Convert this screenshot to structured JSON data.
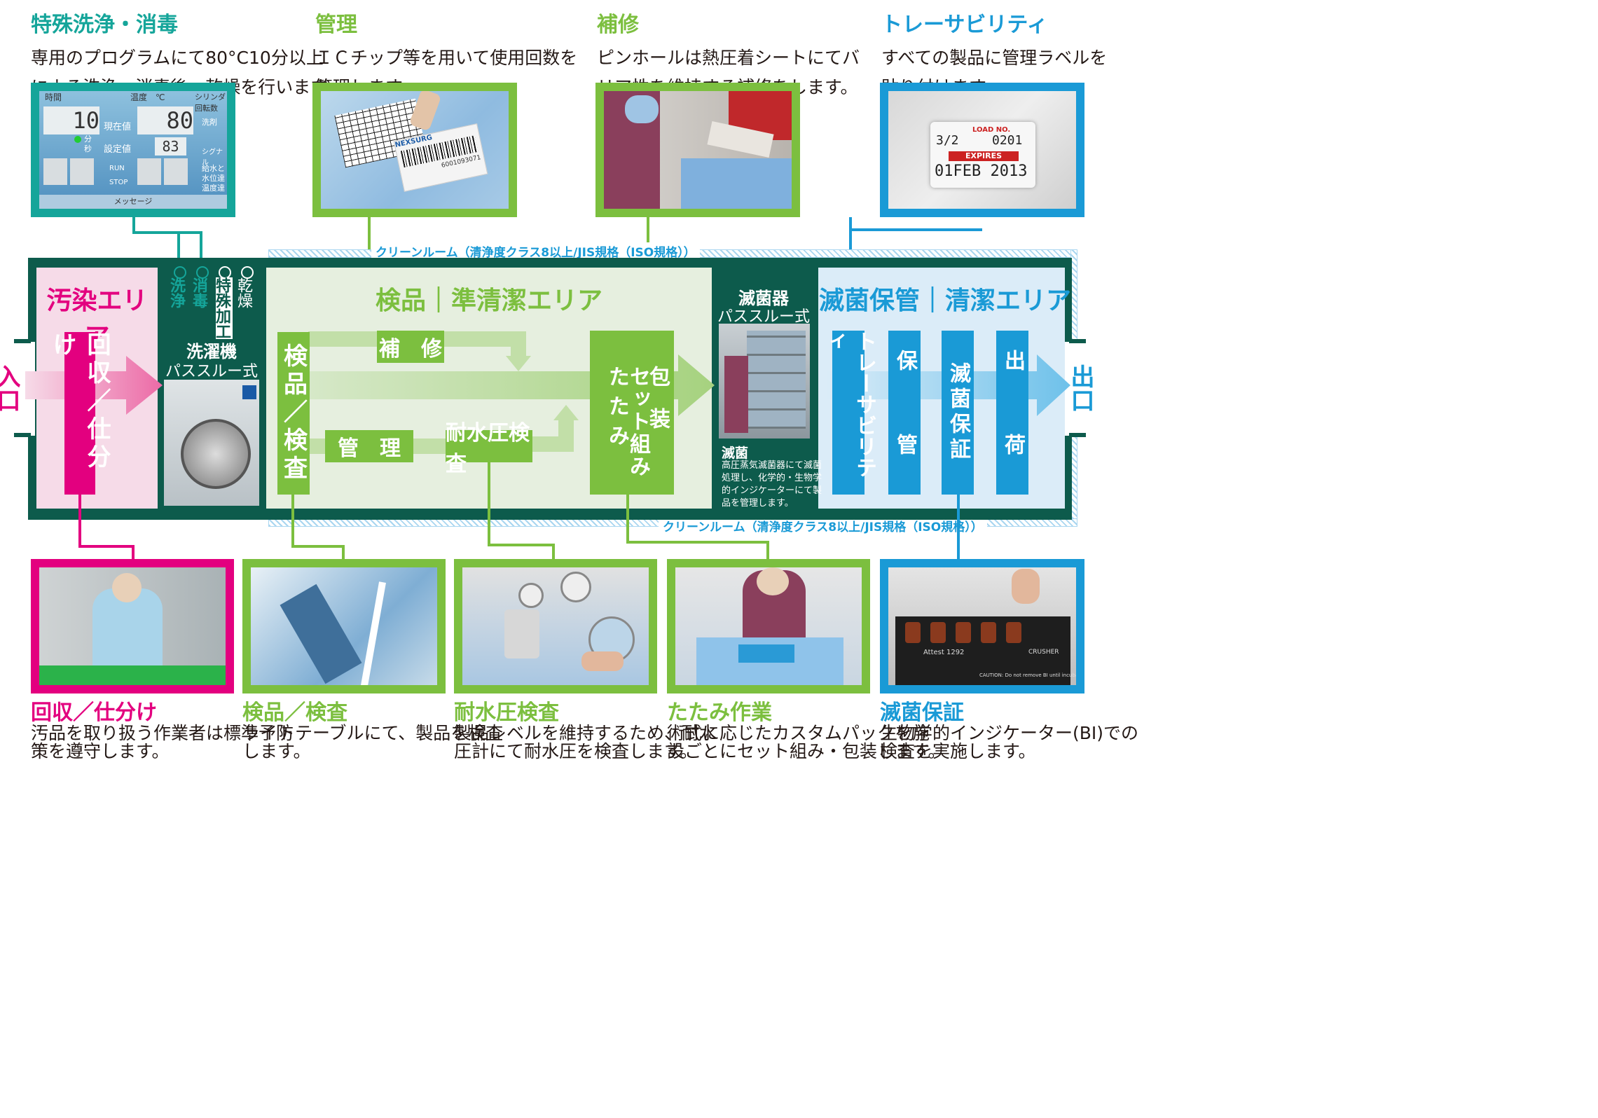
{
  "top": [
    {
      "title": "特殊洗浄・消毒",
      "desc1": "専用のプログラムにて80°C10分以上",
      "desc2": "による洗浄・消毒後、乾燥を行います。",
      "color": "#15a59a"
    },
    {
      "title": "管理",
      "desc1": "ＩＣチップ等を用いて使用回数を",
      "desc2": "管理します。",
      "color": "#7cbf3f"
    },
    {
      "title": "補修",
      "desc1": "ピンホールは熱圧着シートにてバ",
      "desc2": "リア性を維持する補修をします。",
      "color": "#7cbf3f"
    },
    {
      "title": "トレーサビリティ",
      "desc1": "すべての製品に管理ラベルを",
      "desc2": "貼り付けます。",
      "color": "#1a9ad6"
    }
  ],
  "bottom": [
    {
      "title": "回収／仕分け",
      "desc1": "汚品を取り扱う作業者は標準予防",
      "desc2": "策を遵守します。",
      "color": "#e3007f"
    },
    {
      "title": "検品／検査",
      "desc1": "ライトテーブルにて、製品を検査",
      "desc2": "します。",
      "color": "#7cbf3f"
    },
    {
      "title": "耐水圧検査",
      "desc1": "製品レベルを維持するため、耐水",
      "desc2": "圧計にて耐水圧を検査します。",
      "color": "#7cbf3f"
    },
    {
      "title": "たたみ作業",
      "desc1": "術式に応じたカスタムパックを施",
      "desc2": "設ごとにセット組み・包装します。",
      "color": "#7cbf3f"
    },
    {
      "title": "滅菌保証",
      "desc1": "生物学的インジケーター(BI)での",
      "desc2": "検査を実施します。",
      "color": "#1a9ad6"
    }
  ],
  "cleanroom_label": "クリーンルーム（清浄度クラス8以上/JIS規格（ISO規格））",
  "entrance": "入口",
  "exit": "出口",
  "areas": {
    "dirty": "汚染エリア",
    "semi": "検品｜準清潔エリア",
    "clean": "滅菌保管｜清潔エリア"
  },
  "wash_steps": {
    "wash": "洗浄",
    "disinfect": "消毒",
    "special": "特殊加工",
    "dry": "乾燥"
  },
  "washer": {
    "name": "洗濯機",
    "type": "パススルー式"
  },
  "sterilizer": {
    "name": "滅菌器",
    "type": "パススルー式",
    "caption_title": "滅菌",
    "caption": [
      "高圧蒸気滅菌器にて滅菌",
      "処理し、化学的・生物学",
      "的インジケーターにて製",
      "品を管理します。"
    ]
  },
  "process": {
    "collect": "回収／仕分け",
    "inspect": "検品／検査",
    "repair": "補　修",
    "manage": "管　理",
    "waterpressure": "耐水圧検査",
    "pack_col1": "包装",
    "pack_col2": "セット組み",
    "pack_col3": "たたみ",
    "trace": "トレーサビリティ",
    "store": "保　管",
    "sterile_guarantee": "滅菌保証",
    "ship": "出　荷"
  },
  "panel_texts": {
    "p_time": "時間",
    "p_temp": "温度　℃",
    "p_rot": "シリンダ回転数",
    "p_10": "10",
    "p_80": "80",
    "p_83": "83",
    "p_cur": "現在値",
    "p_set": "設定値",
    "p_min": "分",
    "p_sec": "秒",
    "p_run": "RUN",
    "p_stop": "STOP",
    "p_det": "洗剤",
    "p_sig": "シグナル",
    "p_water": "給水と",
    "p_level": "水位達",
    "p_tempr": "温度達",
    "p_msg": "メッセージ",
    "chip_brand": "NEXSURG",
    "chip_num": "6001093071",
    "label_load": "LOAD NO.",
    "label_date": "3/2",
    "label_code": "0201",
    "label_exp": "EXPIRES",
    "label_feb": "01FEB 2013",
    "bi_name": "Attest 1292",
    "bi_crusher": "CRUSHER",
    "bi_caution": "CAUTION: Do not remove BI until incubation"
  },
  "colors": {
    "green": "#7cbf3f",
    "teal": "#15a59a",
    "magenta": "#e3007f",
    "blue": "#1a9ad6",
    "dark": "#0d5b4c"
  }
}
